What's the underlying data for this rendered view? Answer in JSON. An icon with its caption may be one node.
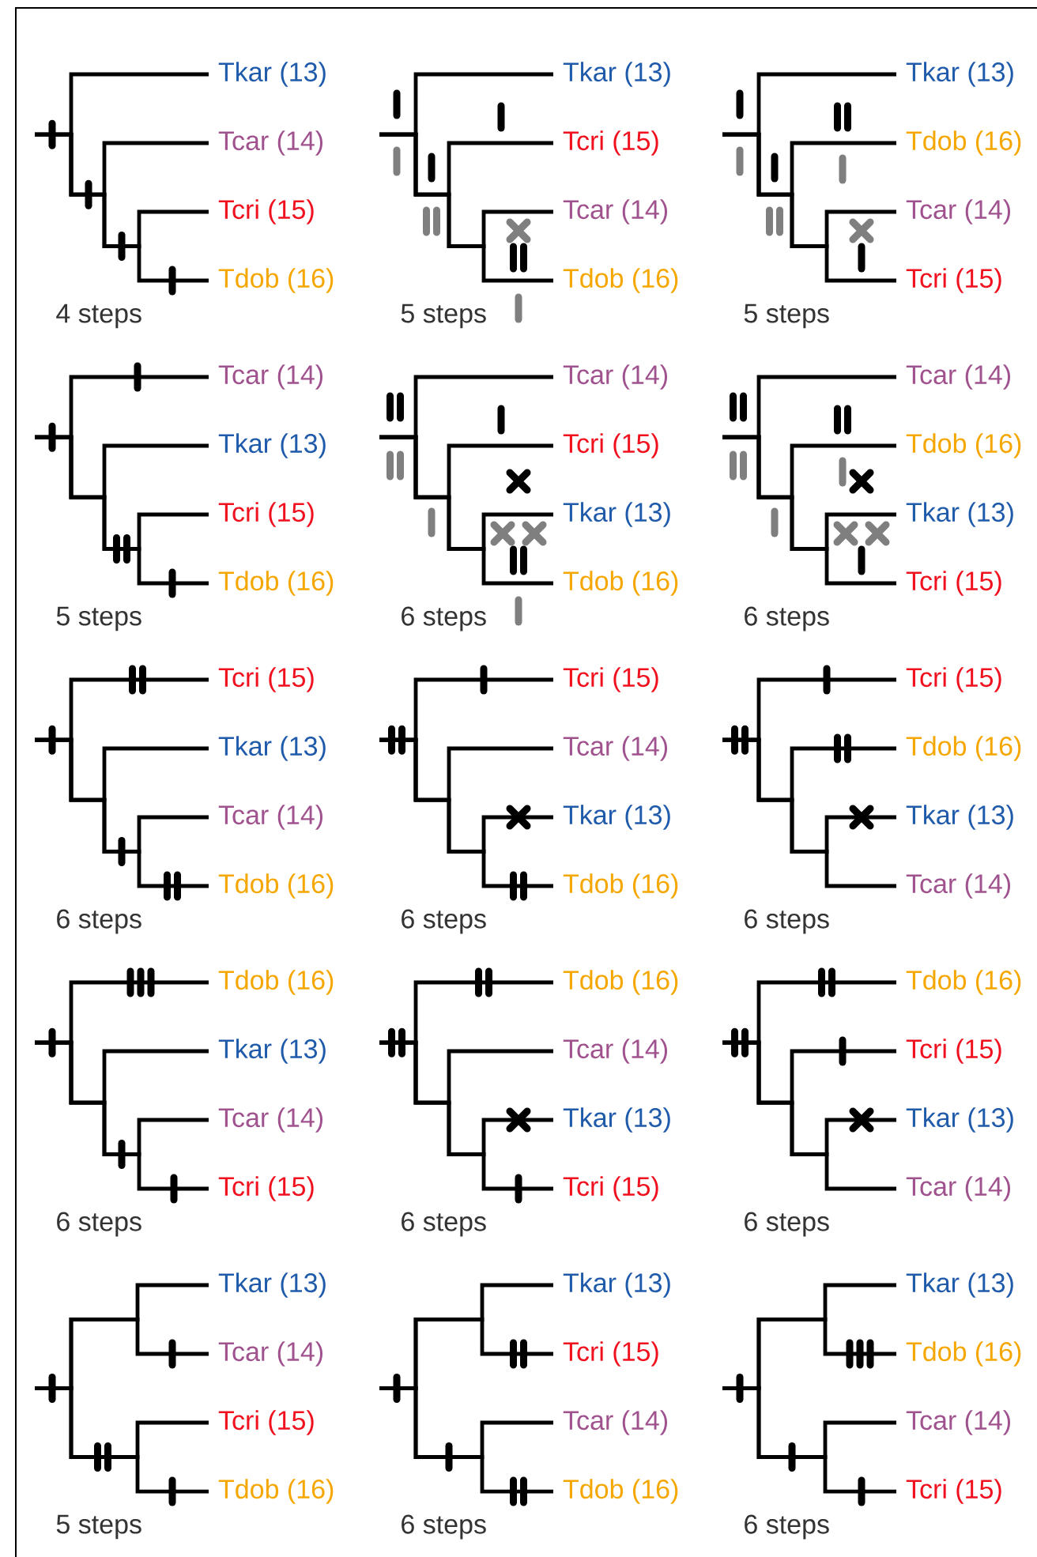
{
  "diagram": {
    "nodes": [
      {
        "text": [
          "Tkar (13)"
        ]
      },
      {
        "text": [
          "Tcar (14)"
        ]
      },
      {
        "text": [
          "Tcri (15)"
        ]
      },
      {
        "text": [
          "Tdob (16)"
        ]
      },
      {
        "text": [
          "Tkar (13)"
        ]
      },
      {
        "text": [
          "Tcri (15)"
        ]
      },
      {
        "text": [
          "Tcar (14)"
        ]
      },
      {
        "text": [
          "Tdob (16)"
        ]
      },
      {
        "text": [
          "Tkar (13)"
        ]
      },
      {
        "text": [
          "Tdob (16)"
        ]
      },
      {
        "text": [
          "Tcar (14)"
        ]
      },
      {
        "text": [
          "Tcri (15)"
        ]
      },
      {
        "text": [
          "Tcar (14)"
        ]
      },
      {
        "text": [
          "Tkar (13)"
        ]
      },
      {
        "text": [
          "Tcri (15)"
        ]
      },
      {
        "text": [
          "Tdob (16)"
        ]
      },
      {
        "text": [
          "Tcar (14)"
        ]
      },
      {
        "text": [
          "Tcri (15)"
        ]
      },
      {
        "text": [
          "Tkar (13)"
        ]
      },
      {
        "text": [
          "Tdob (16)"
        ]
      },
      {
        "text": [
          "Tcar (14)"
        ]
      },
      {
        "text": [
          "Tdob (16)"
        ]
      },
      {
        "text": [
          "Tkar (13)"
        ]
      },
      {
        "text": [
          "Tcri (15)"
        ]
      },
      {
        "text": [
          "Tcri (15)"
        ]
      },
      {
        "text": [
          "Tkar (13)"
        ]
      },
      {
        "text": [
          "Tcar (14)"
        ]
      },
      {
        "text": [
          "Tdob (16)"
        ]
      },
      {
        "text": [
          "Tcri (15)"
        ]
      },
      {
        "text": [
          "Tcar (14)"
        ]
      },
      {
        "text": [
          "Tkar (13)"
        ]
      },
      {
        "text": [
          "Tdob (16)"
        ]
      },
      {
        "text": [
          "Tcri (15)"
        ]
      },
      {
        "text": [
          "Tdob (16)"
        ]
      },
      {
        "text": [
          "Tkar (13)"
        ]
      },
      {
        "text": [
          "Tcar (14)"
        ]
      },
      {
        "text": [
          "Tdob (16)"
        ]
      },
      {
        "text": [
          "Tkar (13)"
        ]
      },
      {
        "text": [
          "Tcar (14)"
        ]
      },
      {
        "text": [
          "Tcri (15)"
        ]
      },
      {
        "text": [
          "Tdob (16)"
        ]
      },
      {
        "text": [
          "Tcar (14)"
        ]
      },
      {
        "text": [
          "Tkar (13)"
        ]
      },
      {
        "text": [
          "Tcri (15)"
        ]
      },
      {
        "text": [
          "Tdob (16)"
        ]
      },
      {
        "text": [
          "Tcri (15)"
        ]
      },
      {
        "text": [
          "Tkar (13)"
        ]
      },
      {
        "text": [
          "Tcar (14)"
        ]
      },
      {
        "text": [
          "Tkar (13)"
        ]
      },
      {
        "text": [
          "Tcar (14)"
        ]
      },
      {
        "text": [
          "Tcri (15)"
        ]
      },
      {
        "text": [
          "Tdob (16)"
        ]
      },
      {
        "text": [
          "Tkar (13)"
        ]
      },
      {
        "text": [
          "Tcri (15)"
        ]
      },
      {
        "text": [
          "Tcar (14)"
        ]
      },
      {
        "text": [
          "Tdob (16)"
        ]
      },
      {
        "text": [
          "Tkar (13)"
        ]
      },
      {
        "text": [
          "Tdob (16)"
        ]
      },
      {
        "text": [
          "Tcar (14)"
        ]
      },
      {
        "text": [
          "Tcri (15)"
        ]
      }
    ],
    "edges": [
      {
        "from": null,
        "to": 0,
        "arrow": "none"
      },
      {
        "from": null,
        "to": 1,
        "arrow": "none"
      },
      {
        "from": null,
        "to": 2,
        "arrow": "none"
      },
      {
        "from": null,
        "to": 3,
        "arrow": "none"
      },
      {
        "from": null,
        "to": 4,
        "arrow": "none"
      },
      {
        "from": null,
        "to": 5,
        "arrow": "none"
      },
      {
        "from": null,
        "to": 6,
        "arrow": "none"
      },
      {
        "from": null,
        "to": 7,
        "arrow": "none"
      },
      {
        "from": null,
        "to": 8,
        "arrow": "none"
      },
      {
        "from": null,
        "to": 9,
        "arrow": "none"
      },
      {
        "from": null,
        "to": 10,
        "arrow": "none"
      },
      {
        "from": null,
        "to": 11,
        "arrow": "none"
      },
      {
        "from": null,
        "to": 12,
        "arrow": "none"
      },
      {
        "from": null,
        "to": 13,
        "arrow": "none"
      },
      {
        "from": null,
        "to": 14,
        "arrow": "none"
      },
      {
        "from": null,
        "to": 15,
        "arrow": "none"
      },
      {
        "from": null,
        "to": 16,
        "arrow": "none"
      },
      {
        "from": null,
        "to": 17,
        "arrow": "none"
      },
      {
        "from": null,
        "to": 18,
        "arrow": "none"
      },
      {
        "from": null,
        "to": 19,
        "arrow": "none"
      },
      {
        "from": null,
        "to": 20,
        "arrow": "none"
      },
      {
        "from": null,
        "to": 21,
        "arrow": "none"
      },
      {
        "from": null,
        "to": 22,
        "arrow": "none"
      },
      {
        "from": null,
        "to": 23,
        "arrow": "none"
      },
      {
        "from": null,
        "to": 24,
        "arrow": "none"
      },
      {
        "from": null,
        "to": 25,
        "arrow": "none"
      },
      {
        "from": null,
        "to": 26,
        "arrow": "none"
      },
      {
        "from": null,
        "to": 27,
        "arrow": "none"
      },
      {
        "from": null,
        "to": 28,
        "arrow": "none"
      },
      {
        "from": null,
        "to": 29,
        "arrow": "none"
      },
      {
        "from": null,
        "to": 30,
        "arrow": "none"
      },
      {
        "from": null,
        "to": 31,
        "arrow": "none"
      },
      {
        "from": null,
        "to": 32,
        "arrow": "none"
      },
      {
        "from": null,
        "to": 33,
        "arrow": "none"
      },
      {
        "from": null,
        "to": 34,
        "arrow": "none"
      },
      {
        "from": null,
        "to": 35,
        "arrow": "none"
      },
      {
        "from": null,
        "to": 36,
        "arrow": "none"
      },
      {
        "from": null,
        "to": 37,
        "arrow": "none"
      },
      {
        "from": null,
        "to": 38,
        "arrow": "none"
      },
      {
        "from": null,
        "to": 39,
        "arrow": "none"
      },
      {
        "from": null,
        "to": 40,
        "arrow": "none"
      },
      {
        "from": null,
        "to": 41,
        "arrow": "none"
      },
      {
        "from": null,
        "to": 42,
        "arrow": "none"
      },
      {
        "from": null,
        "to": 43,
        "arrow": "none"
      },
      {
        "from": null,
        "to": 44,
        "arrow": "none"
      },
      {
        "from": null,
        "to": 45,
        "arrow": "none"
      },
      {
        "from": null,
        "to": 46,
        "arrow": "none"
      },
      {
        "from": null,
        "to": 47,
        "arrow": "none"
      },
      {
        "from": null,
        "to": 48,
        "arrow": "none"
      },
      {
        "from": null,
        "to": 49,
        "arrow": "none"
      },
      {
        "from": null,
        "to": 50,
        "arrow": "none"
      },
      {
        "from": null,
        "to": 51,
        "arrow": "none"
      },
      {
        "from": null,
        "to": 52,
        "arrow": "none"
      },
      {
        "from": null,
        "to": 53,
        "arrow": "none"
      },
      {
        "from": null,
        "to": 54,
        "arrow": "none"
      },
      {
        "from": null,
        "to": 55,
        "arrow": "none"
      },
      {
        "from": null,
        "to": 56,
        "arrow": "none"
      },
      {
        "from": null,
        "to": 57,
        "arrow": "none"
      },
      {
        "from": null,
        "to": 58,
        "arrow": "none"
      },
      {
        "from": null,
        "to": 59,
        "arrow": "none"
      }
    ],
    "labels": [
      "4 steps",
      "5 steps",
      "5 steps",
      "5 steps",
      "6 steps",
      "6 steps",
      "6 steps",
      "6 steps",
      "6 steps",
      "6 steps",
      "6 steps",
      "6 steps",
      "5 steps",
      "6 steps",
      "6 steps"
    ]
  }
}
